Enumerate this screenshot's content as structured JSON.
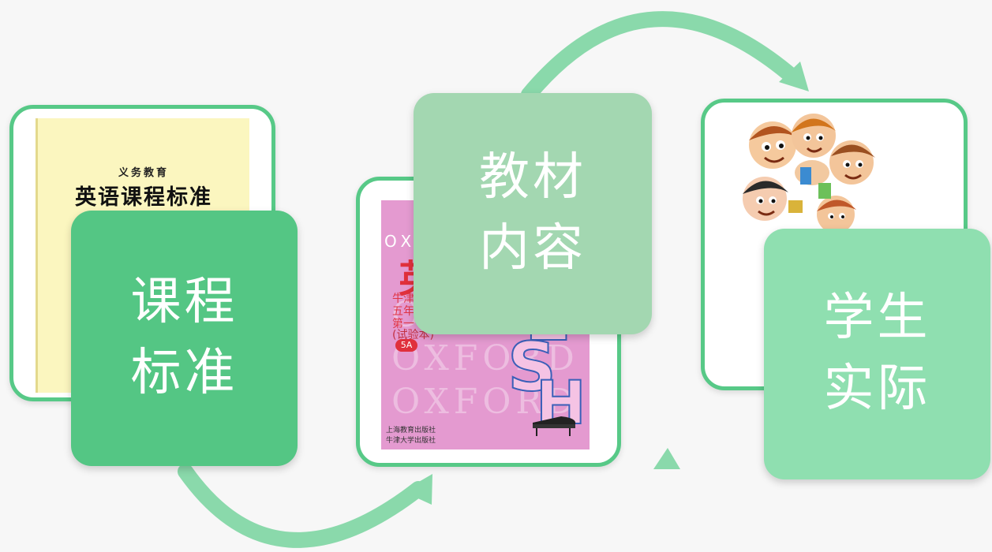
{
  "colors": {
    "background": "#f7f7f7",
    "frame_border": "#57c987",
    "arrow": "#8ad9ab",
    "tile_standard": "#54c684",
    "tile_textbook": "#a3d7b1",
    "tile_students": "#8fdfb0"
  },
  "standard_card": {
    "cover_small": "义务教育",
    "cover_title": "英语课程标准",
    "tile_line1": "课程",
    "tile_line2": "标准"
  },
  "textbook_card": {
    "cover_series": "OXFORD",
    "cover_subject_char": "英",
    "cover_line1": "牛津",
    "cover_line2": "五年",
    "cover_line3": "第一",
    "cover_edition": "(试验本)",
    "cover_grade": "5A",
    "cover_letters": [
      "L",
      "S",
      "H"
    ],
    "cover_pub1": "上海教育出版社",
    "cover_pub2": "牛津大学出版社",
    "tile_line1": "教材",
    "tile_line2": "内容"
  },
  "students_card": {
    "tile_line1": "学生",
    "tile_line2": "实际"
  },
  "icons": {
    "arrows": "curved-arrow-icon",
    "triangle": "triangle-icon",
    "kids": "children-circle-icon"
  }
}
